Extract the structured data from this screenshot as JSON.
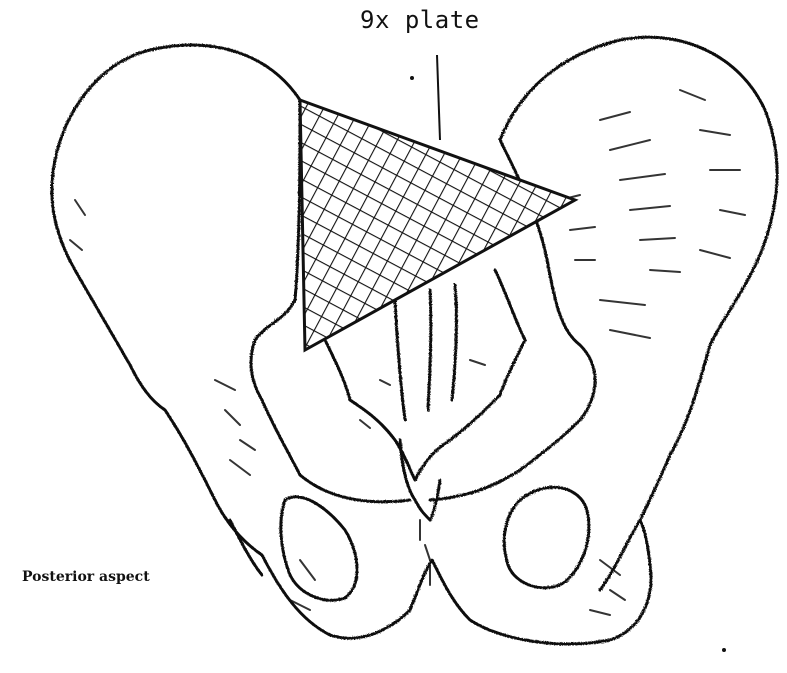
{
  "labels": {
    "plate": "9x plate",
    "aspect": "Posterior aspect"
  },
  "colors": {
    "ink": "#111111",
    "paper": "#ffffff"
  },
  "figure": {
    "subject": "pelvis-posterior-view",
    "overlay": "mesh-plate"
  }
}
